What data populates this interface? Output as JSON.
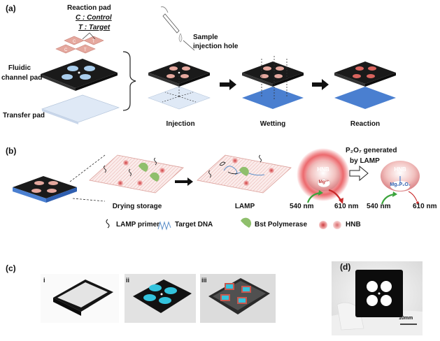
{
  "panels": {
    "a": "(a)",
    "b": "(b)",
    "c": "(c)",
    "d": "(d)"
  },
  "a": {
    "reaction_pad": "Reaction pad",
    "control_legend": "C : Control",
    "target_legend": "T : Target",
    "fluidic_line1": "Fluidic",
    "fluidic_line2": "channel pad",
    "transfer_pad": "Transfer pad",
    "sample_line1": "Sample",
    "sample_line2": "injection hole",
    "step_injection": "Injection",
    "step_wetting": "Wetting",
    "step_reaction": "Reaction",
    "well_c": "C",
    "well_t": "T"
  },
  "b": {
    "drying_storage": "Drying storage",
    "lamp": "LAMP",
    "hnb": "HNB",
    "mg_ion": "Mg²⁺",
    "mg_pyro": "Mg₂P₂O₇",
    "p2o7_generated": "P₂O₇ generated",
    "by_lamp": "by LAMP",
    "nm540": "540 nm",
    "nm610": "610 nm",
    "legend": {
      "primer": "LAMP primer",
      "target_dna": "Target DNA",
      "bst": "Bst Polymerase",
      "hnb": "HNB"
    }
  },
  "c": {
    "i": "i",
    "ii": "ii",
    "iii": "iii"
  },
  "d": {
    "scale": "10mm"
  },
  "colors": {
    "pad_black": "#1a1a1a",
    "fluid_blue": "#a9cdec",
    "transfer_blue": "#dfe9f6",
    "wet_blue": "#4a7fd0",
    "reaction_pink": "#e5a89e",
    "hnb_glow": "#e8484d",
    "polymerase_green": "#8fbf6c",
    "cyan": "#33c3dd"
  },
  "icons": [
    "dropper-icon",
    "arrow-right-icon",
    "hollow-arrow-right-icon",
    "scale-bar-icon"
  ]
}
